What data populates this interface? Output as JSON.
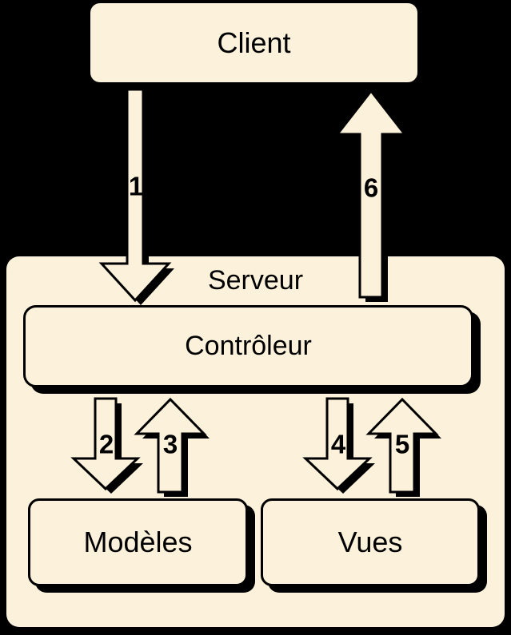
{
  "diagram": {
    "colors": {
      "background": "#000000",
      "node_fill": "#FCF1DB",
      "outline": "#000000",
      "text": "#000000"
    },
    "nodes": {
      "client": {
        "label": "Client"
      },
      "serveur": {
        "label": "Serveur"
      },
      "controleur": {
        "label": "Contrôleur"
      },
      "modeles": {
        "label": "Modèles"
      },
      "vues": {
        "label": "Vues"
      }
    },
    "arrows": [
      {
        "label": "1",
        "direction": "down"
      },
      {
        "label": "2",
        "direction": "down"
      },
      {
        "label": "3",
        "direction": "up"
      },
      {
        "label": "4",
        "direction": "down"
      },
      {
        "label": "5",
        "direction": "up"
      },
      {
        "label": "6",
        "direction": "up"
      }
    ]
  }
}
